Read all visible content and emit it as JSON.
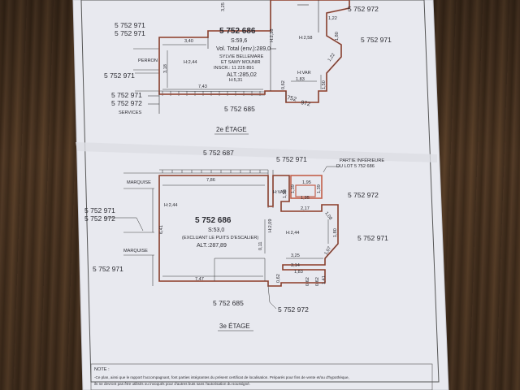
{
  "floor2": {
    "title": "2e ÉTAGE",
    "lot_number": "5 752 686",
    "area": "S:59,6",
    "volume": "Vol. Total (env.):289,0",
    "owner_line1": "SYLVIE BELLEMARE",
    "owner_line2": "ET SAMY MOUNIR",
    "inscription": "INSCR.: 11 225 891",
    "altitude": "ALT.:285,02",
    "neighbors": {
      "top_right": "5 752 972",
      "right": "5 752 971",
      "left_upper_1": "5 752 971",
      "left_upper_2": "5 752 971",
      "left_mid": "5 752 971",
      "left_lower_1": "5 752 971",
      "left_lower_2": "5 752 972",
      "bottom": "5 752 685"
    },
    "labels": {
      "perron": "PERRON",
      "services": "SERVICES"
    },
    "dims": {
      "d340": "3,40",
      "d325": "3,25",
      "d743": "7,43",
      "d318": "3,18",
      "h244": "H:2,44",
      "h531": "H:5,31",
      "h258": "H:2,58",
      "h238": "H:2,38",
      "hvar": "H:VAR",
      "d183": "1,83",
      "d062": "0,62",
      "d150": "1,50",
      "d122a": "1,22",
      "d122b": "1,22",
      "d180": "1,80",
      "d752": "752",
      "d972": "972"
    }
  },
  "floor3": {
    "title": "3e ÉTAGE",
    "lot_number": "5 752 686",
    "area": "S:53,0",
    "exclusion": "(EXCLUANT LE PUITS D'ESCALIER)",
    "altitude": "ALT.:287,89",
    "neighbors": {
      "top": "5 752 687",
      "top_right": "5 752 971",
      "right_upper": "5 752 972",
      "right_lower": "5 752 971",
      "left_1": "5 752 971",
      "left_2": "5 752 972",
      "left_lower": "5 752 971",
      "bottom_left": "5 752 685",
      "bottom_right": "5 752 972"
    },
    "partie_line1": "PARTIE INFÉRIEURE",
    "partie_line2": "DU LOT 5 752 686",
    "labels": {
      "marquise_top": "MARQUISE",
      "marquise_bottom": "MARQUISE"
    },
    "dims": {
      "d786": "7,86",
      "d641": "6,41",
      "d747": "7,47",
      "h244": "H:2,44",
      "h244b": "H:2,44",
      "h209": "H:2,09",
      "hvar": "H:VAR",
      "d195a": "1,95",
      "d195b": "1,95",
      "d139": "1,39",
      "d158": "1,58",
      "d139b": "1,39",
      "d217": "2,17",
      "d108": "1,08",
      "d180": "1,80",
      "d107": "1,07",
      "d325": "3,25",
      "d314": "3,14",
      "d183": "1,83",
      "d011": "0,11",
      "d062a": "0,62",
      "d062b": "0,62",
      "d141": "1,41",
      "d062c": "0,62"
    }
  },
  "note": {
    "heading": "NOTE :",
    "line1": "-Ce plan, ainsi que le rapport l'accompagnant, font parties intégrantes du présent certificat de localisation. Préparés pour fins de vente et/ou d'hypothèque,",
    "line2": "ils ne devront pas être utilisés ou invoqués pour d'autres buts sans l'autorisation du soussigné."
  },
  "colors": {
    "paper": "#e9eaf0",
    "line": "#2d2d33",
    "lot_outline": "#c2604a",
    "wood": "#4a3422"
  }
}
